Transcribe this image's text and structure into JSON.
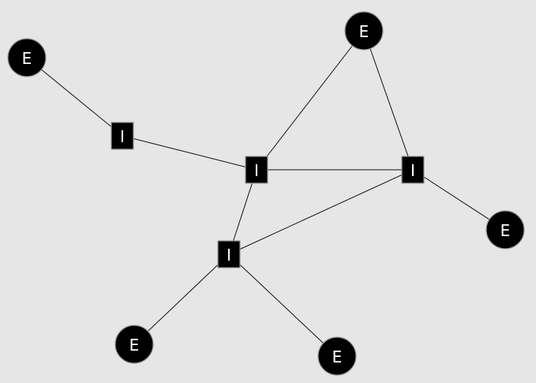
{
  "background_color": "#e6e6e6",
  "node_color": "#000000",
  "label_color": "#ffffff",
  "nodes": [
    {
      "id": "e1",
      "kind": "external",
      "label": "E"
    },
    {
      "id": "e2",
      "kind": "external",
      "label": "E"
    },
    {
      "id": "e3",
      "kind": "external",
      "label": "E"
    },
    {
      "id": "e4",
      "kind": "external",
      "label": "E"
    },
    {
      "id": "e5",
      "kind": "external",
      "label": "E"
    },
    {
      "id": "i1",
      "kind": "internal",
      "label": "I"
    },
    {
      "id": "i2",
      "kind": "internal",
      "label": "I"
    },
    {
      "id": "i3",
      "kind": "internal",
      "label": "I"
    },
    {
      "id": "i4",
      "kind": "internal",
      "label": "I"
    }
  ],
  "edges": [
    [
      "e1",
      "i1"
    ],
    [
      "i1",
      "i2"
    ],
    [
      "i2",
      "e2"
    ],
    [
      "i2",
      "i3"
    ],
    [
      "e2",
      "i3"
    ],
    [
      "i3",
      "e3"
    ],
    [
      "i2",
      "i4"
    ],
    [
      "i3",
      "i4"
    ],
    [
      "i4",
      "e4"
    ],
    [
      "i4",
      "e5"
    ]
  ]
}
